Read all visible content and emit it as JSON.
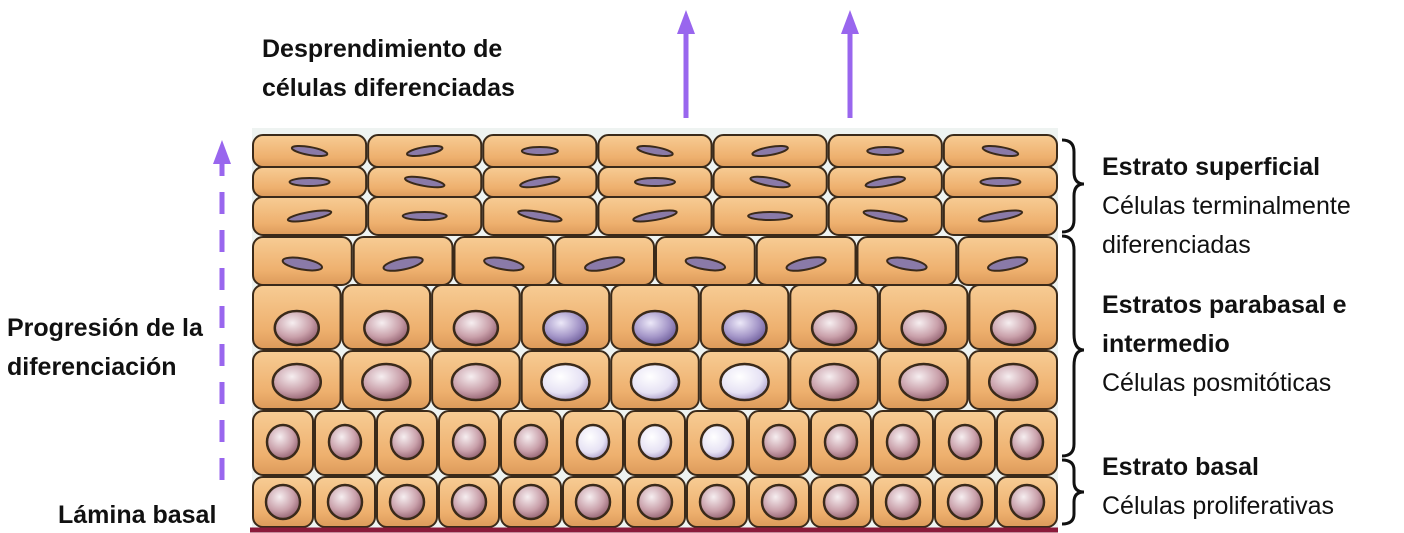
{
  "labels": {
    "shedding_line1": "Desprendimiento de",
    "shedding_line2": "células diferenciadas",
    "progression_line1": "Progresión de la",
    "progression_line2": "diferenciación",
    "basal_lamina": "Lámina basal"
  },
  "layers": [
    {
      "title_lines": [
        "Estrato superficial"
      ],
      "desc_lines": [
        "Células terminalmente",
        "diferenciadas"
      ]
    },
    {
      "title_lines": [
        "Estratos parabasal e",
        "intermedio"
      ],
      "desc_lines": [
        "Células posmitóticas"
      ]
    },
    {
      "title_lines": [
        "Estrato basal"
      ],
      "desc_lines": [
        "Células proliferativas"
      ]
    }
  ],
  "colors": {
    "arrow": "#9966ee",
    "cell_fill": "#f0b878",
    "cell_stroke": "#3a2a1a",
    "nucleus_round": "#c8a0a8",
    "nucleus_light": "#e8e4f4",
    "nucleus_flat": "#8a7aa8",
    "basal_lamina_line": "#8b1a3a"
  }
}
